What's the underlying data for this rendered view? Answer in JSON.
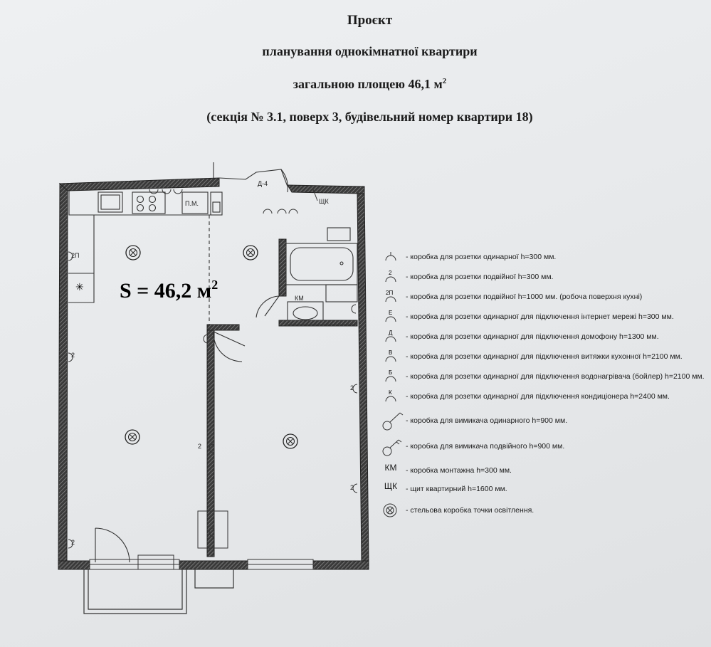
{
  "title": {
    "line1": "Проєкт",
    "line2": "планування однокімнатної квартири",
    "line3": "загальною площею 46,1 м",
    "line3_sup": "2",
    "line4": "(секція № 3.1, поверх 3, будівельний номер квартири 18)"
  },
  "plan": {
    "area_label": "S = 46,2 м",
    "area_sup": "2",
    "labels": {
      "door": "Д-4",
      "panel": "ЩК",
      "pm": "П.М.",
      "km": "КМ",
      "sp": "2П",
      "two": "2"
    }
  },
  "legend": [
    {
      "symbol": "outlet-single-icon",
      "code": "",
      "text": "- коробка для розетки одинарної h=300 мм."
    },
    {
      "symbol": "outlet-double-icon",
      "code": "2",
      "text": "- коробка для розетки подвійної h=300 мм."
    },
    {
      "symbol": "outlet-double-icon",
      "code": "2П",
      "text": "- коробка для розетки подвійної h=1000 мм. (робоча поверхня кухні)"
    },
    {
      "symbol": "outlet-internet-icon",
      "code": "Е",
      "text": "- коробка для розетки одинарної для підключення інтернет мережі h=300 мм."
    },
    {
      "symbol": "outlet-intercom-icon",
      "code": "Д",
      "text": "- коробка для розетки одинарної для підключення домофону h=1300 мм."
    },
    {
      "symbol": "outlet-hood-icon",
      "code": "В",
      "text": "- коробка для розетки одинарної для підключення витяжки кухонної h=2100 мм."
    },
    {
      "symbol": "outlet-boiler-icon",
      "code": "Б",
      "text": "- коробка для розетки одинарної для підключення водонагрівача (бойлер) h=2100 мм."
    },
    {
      "symbol": "outlet-ac-icon",
      "code": "К",
      "text": "- коробка для розетки одинарної для підключення кондиціонера h=2400 мм."
    },
    {
      "symbol": "switch-single-icon",
      "code": "",
      "text": "- коробка для вимикача одинарного h=900 мм."
    },
    {
      "symbol": "switch-double-icon",
      "code": "",
      "text": "- коробка для вимикача подвійного h=900 мм."
    },
    {
      "symbol": "km-icon",
      "code": "КМ",
      "text": "- коробка монтажна h=300 мм."
    },
    {
      "symbol": "panel-icon",
      "code": "ЩК",
      "text": "- щит квартирний h=1600 мм."
    },
    {
      "symbol": "ceiling-light-icon",
      "code": "",
      "text": "- стельова коробка точки освітлення."
    }
  ]
}
